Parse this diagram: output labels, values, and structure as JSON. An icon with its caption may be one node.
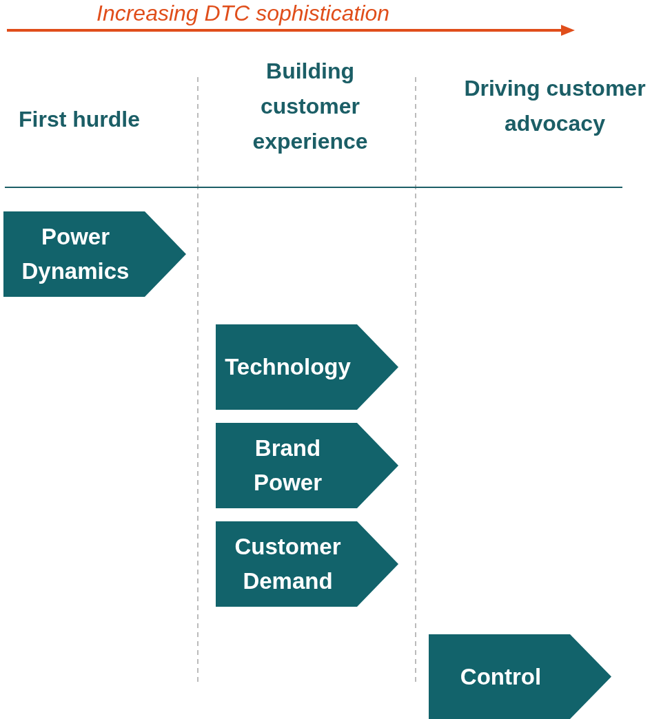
{
  "diagram": {
    "nodes": [
      {
        "text": [
          "Power Dynamics"
        ]
      },
      {
        "text": [
          "Technology"
        ]
      },
      {
        "text": [
          "Brand Power"
        ]
      },
      {
        "text": [
          "Customer Demand"
        ]
      },
      {
        "text": [
          "Control"
        ]
      }
    ],
    "labels": [
      "Increasing DTC sophistication",
      "First hurdle",
      "Building customer experience",
      "Driving customer advocacy"
    ]
  }
}
